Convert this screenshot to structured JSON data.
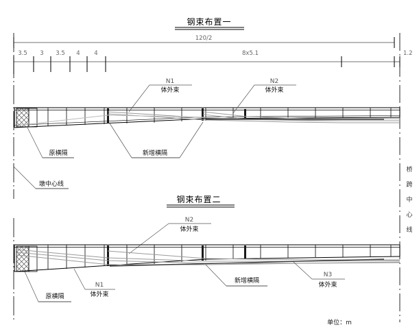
{
  "sheet": {
    "unit_note": "单位：m",
    "right_vertical_label": "桥跨中心线"
  },
  "view1": {
    "title": "钢束布置一",
    "dimensions": {
      "overall": "120/2",
      "end": "1.2",
      "segments": [
        "3.5",
        "3",
        "3.5",
        "4",
        "4"
      ],
      "repeat_span": "8x5.1"
    },
    "callouts": {
      "tendon_n1_code": "N1",
      "tendon_n1_type": "体外束",
      "tendon_n2_code": "N2",
      "tendon_n2_type": "体外束",
      "original_diaphragm": "原横隔",
      "new_diaphragm": "新增横隔",
      "pier_centerline": "墩中心线"
    }
  },
  "view2": {
    "title": "钢束布置二",
    "callouts": {
      "tendon_n2_code": "N2",
      "tendon_n2_type": "体外束",
      "tendon_n1_code": "N1",
      "tendon_n1_type": "体外束",
      "tendon_n3_code": "N3",
      "tendon_n3_type": "体外束",
      "original_diaphragm": "原横隔",
      "new_diaphragm": "新增横隔"
    }
  },
  "colors": {
    "line": "#000000",
    "tendon": "#9a9a9a",
    "dim_text": "#666666",
    "hatch": "#555555"
  }
}
